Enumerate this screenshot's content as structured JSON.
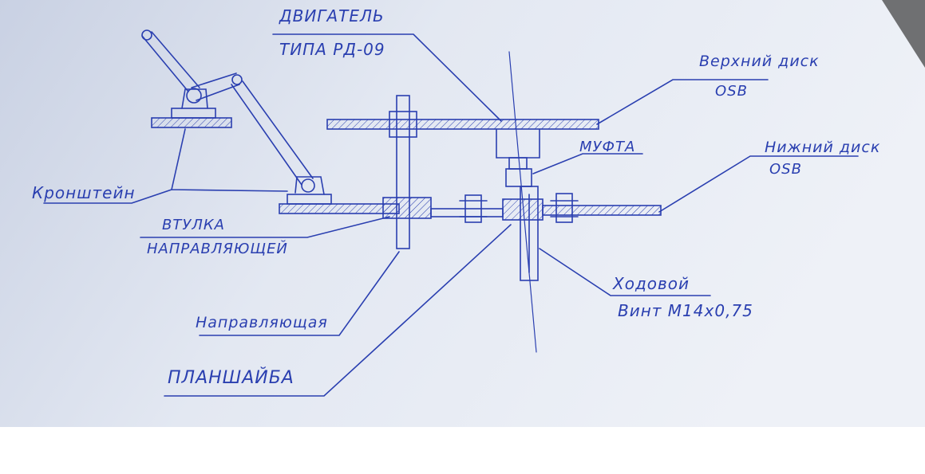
{
  "labels": {
    "motor_line1": "ДВИГАТЕЛЬ",
    "motor_line2": "ТИПА РД-09",
    "top_disk_line1": "Верхний диск",
    "top_disk_line2": "OSB",
    "coupling": "МУФТА",
    "bottom_disk_line1": "Нижний диск",
    "bottom_disk_line2": "OSB",
    "bracket": "Кронштейн",
    "bushing_line1": "ВТУЛКА",
    "bushing_line2": "НАПРАВЛЯЮЩЕЙ",
    "guide": "Направляющая",
    "faceplate": "ПЛАНШАЙБА",
    "lead_screw_line1": "Ходовой",
    "lead_screw_line2": "Винт М14х0,75"
  },
  "colors": {
    "ink": "#2a3fb0",
    "paper": "#dde3ef",
    "paper_edge": "#eef1f7",
    "shadow": "#6f7072"
  }
}
